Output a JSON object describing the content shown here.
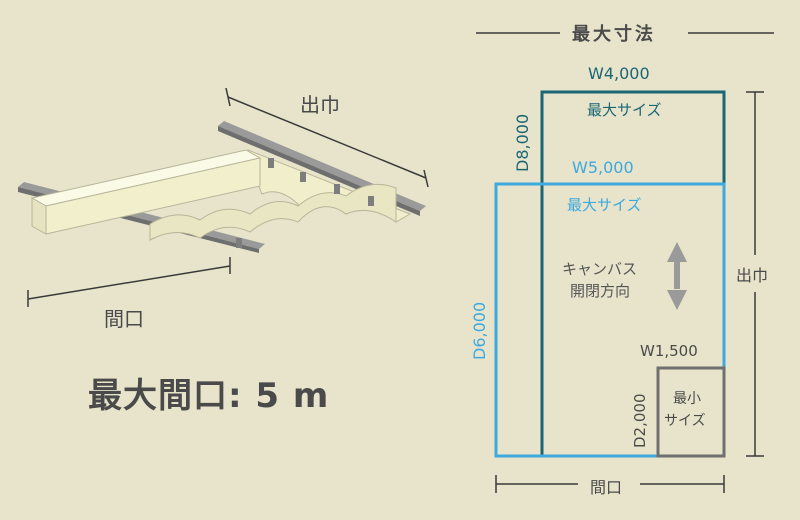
{
  "left": {
    "depth_label": "出巾",
    "width_label": "間口",
    "headline": "最大間口: 5 m"
  },
  "right": {
    "title": "最大寸法",
    "large": {
      "width": "W4,000",
      "depth": "D8,000",
      "name": "最大サイズ"
    },
    "mid": {
      "width": "W5,000",
      "depth": "D6,000",
      "name": "最大サイズ"
    },
    "small": {
      "width": "W1,500",
      "depth": "D2,000",
      "name_line1": "最小",
      "name_line2": "サイズ"
    },
    "canvas_line1": "キャンバス",
    "canvas_line2": "開閉方向",
    "depth_axis": "出巾",
    "width_axis": "間口"
  },
  "colors": {
    "background": "#e7e4cb",
    "teal": "#1b6673",
    "blue": "#3ea9de",
    "gray": "#6f6f6f",
    "canvas": "#f2efcd"
  }
}
